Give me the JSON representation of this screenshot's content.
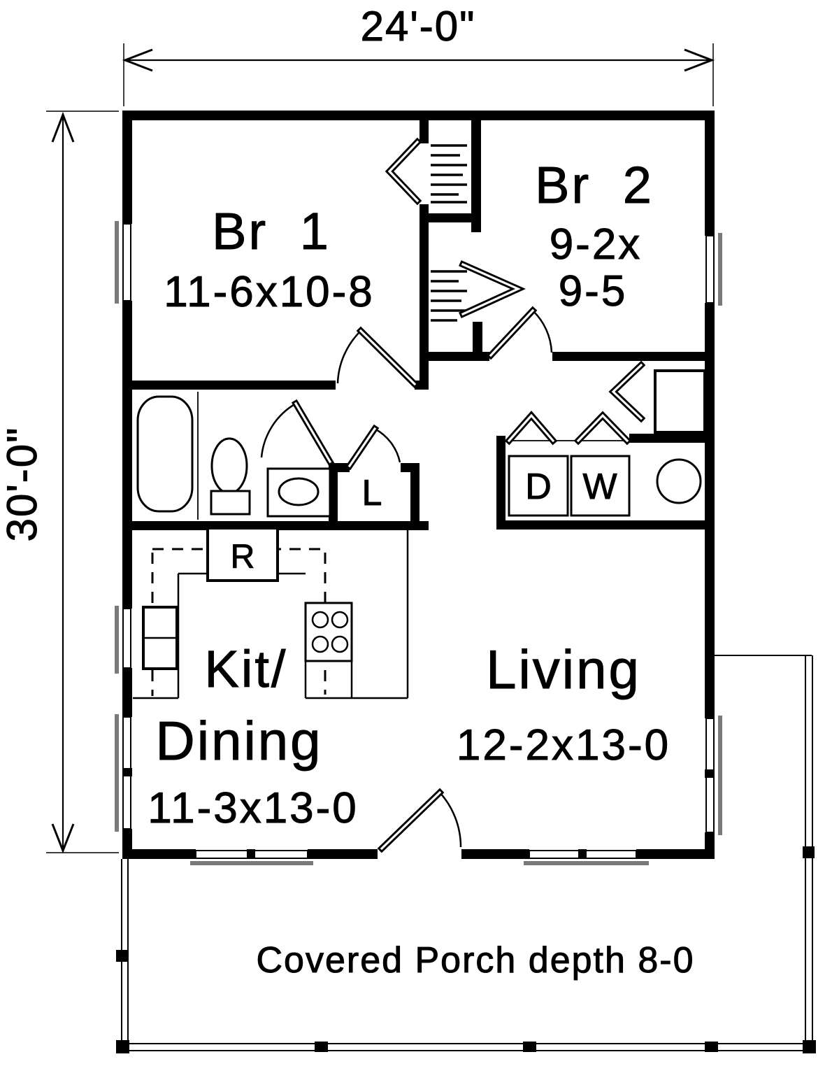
{
  "plan": {
    "dimensions": {
      "width_label": "24'-0\"",
      "height_label": "30'-0\""
    },
    "rooms": {
      "br1": {
        "name": "Br 1",
        "size": "11-6x10-8"
      },
      "br2": {
        "name": "Br 2",
        "size_line1": "9-2x",
        "size_line2": "9-5"
      },
      "kitchen_dining": {
        "name_line1": "Kit/",
        "name_line2": "Dining",
        "size": "11-3x13-0"
      },
      "living": {
        "name": "Living",
        "size": "12-2x13-0"
      }
    },
    "fixtures": {
      "linen_closet": "L",
      "refrigerator": "R",
      "dryer": "D",
      "washer": "W"
    },
    "porch": {
      "label": "Covered Porch depth 8-0"
    },
    "colors": {
      "ink": "#000000",
      "sill_gray": "#7a7a7a",
      "paper": "#ffffff"
    }
  }
}
